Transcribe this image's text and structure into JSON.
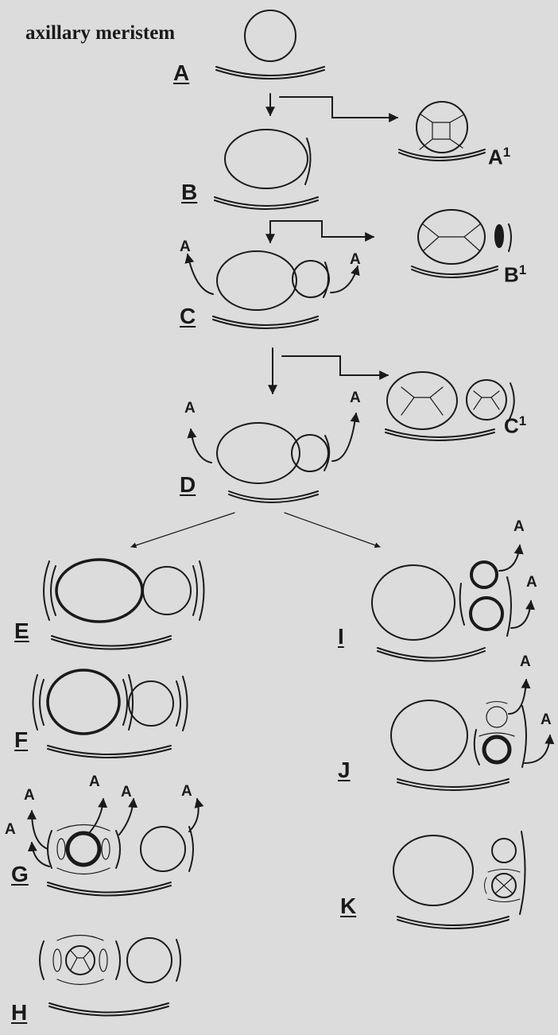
{
  "title": "axillary meristem",
  "stages": [
    "A",
    "B",
    "C",
    "D",
    "E",
    "F",
    "G",
    "H",
    "I",
    "J",
    "K"
  ],
  "branches": [
    {
      "letter": "A",
      "sup": "1"
    },
    {
      "letter": "B",
      "sup": "1"
    },
    {
      "letter": "C",
      "sup": "1"
    }
  ],
  "axillary_label": "A"
}
